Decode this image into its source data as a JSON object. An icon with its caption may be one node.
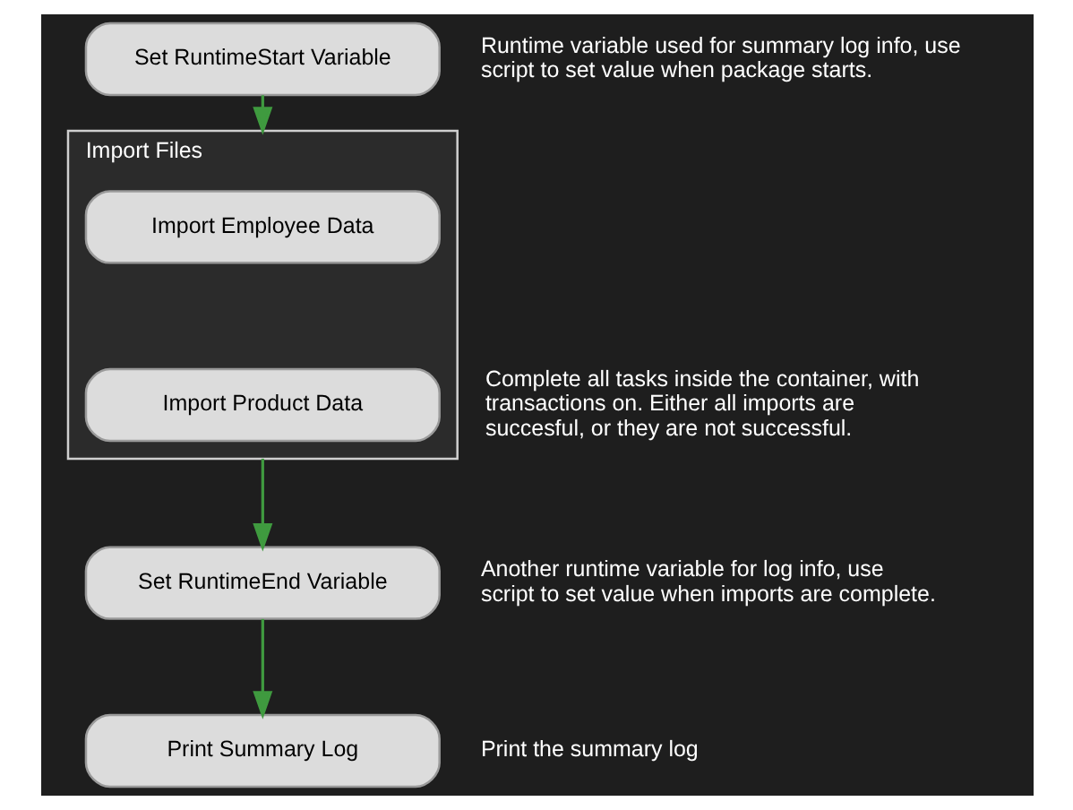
{
  "diagram": {
    "nodes": [
      {
        "text": [
          "Set RuntimeStart Variable"
        ],
        "beside": [
          "Runtime variable used for summary log info, use script to set value when package starts."
        ]
      },
      {
        "text": [
          "Import Files"
        ],
        "beside": [
          "Complete all tasks inside the container, with transactions on. Either all imports are succesful, or they are not successful."
        ]
      },
      {
        "text": [
          "Import Employee Data"
        ],
        "in": 1
      },
      {
        "text": [
          "Import Product Data"
        ],
        "in": 1
      },
      {
        "text": [
          "Set RuntimeEnd Variable"
        ],
        "beside": [
          "Another runtime variable for log info, use script to set value when imports are complete."
        ]
      },
      {
        "text": [
          "Print Summary Log"
        ],
        "beside": [
          "Print the summary log"
        ]
      }
    ],
    "edges": [
      {
        "from": 0,
        "to": 1,
        "arrow": "to"
      },
      {
        "from": 1,
        "to": 4,
        "arrow": "to"
      },
      {
        "from": 4,
        "to": 5,
        "arrow": "to"
      }
    ]
  }
}
